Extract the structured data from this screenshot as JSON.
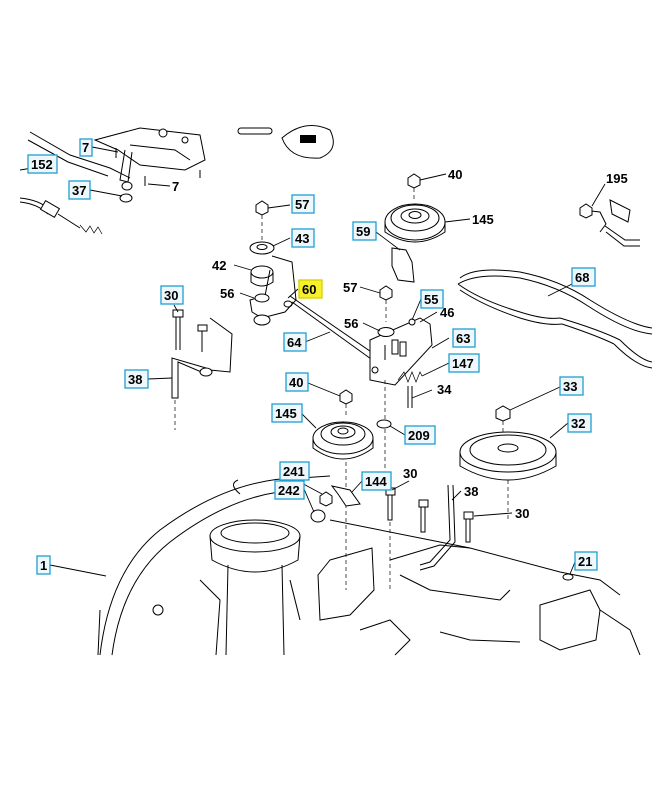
{
  "callouts": {
    "c7a": "7",
    "c152": "152",
    "c37": "37",
    "c7b": "7",
    "c40a": "40",
    "c195": "195",
    "c57a": "57",
    "c145a": "145",
    "c59": "59",
    "c43": "43",
    "c42": "42",
    "c60": "60",
    "c68": "68",
    "c56a": "56",
    "c57b": "57",
    "c55": "55",
    "c30a": "30",
    "c46": "46",
    "c56b": "56",
    "c64": "64",
    "c63": "63",
    "c147": "147",
    "c38a": "38",
    "c40b": "40",
    "c34": "34",
    "c33": "33",
    "c145b": "145",
    "c209": "209",
    "c32": "32",
    "c241": "241",
    "c144": "144",
    "c30b": "30",
    "c242": "242",
    "c38b": "38",
    "c30c": "30",
    "c1": "1",
    "c21": "21"
  },
  "highlighted_callout": "60",
  "colors": {
    "box_fill": "#eef7fb",
    "box_border": "#1f9fd0",
    "highlight_fill": "#f7f12c"
  }
}
